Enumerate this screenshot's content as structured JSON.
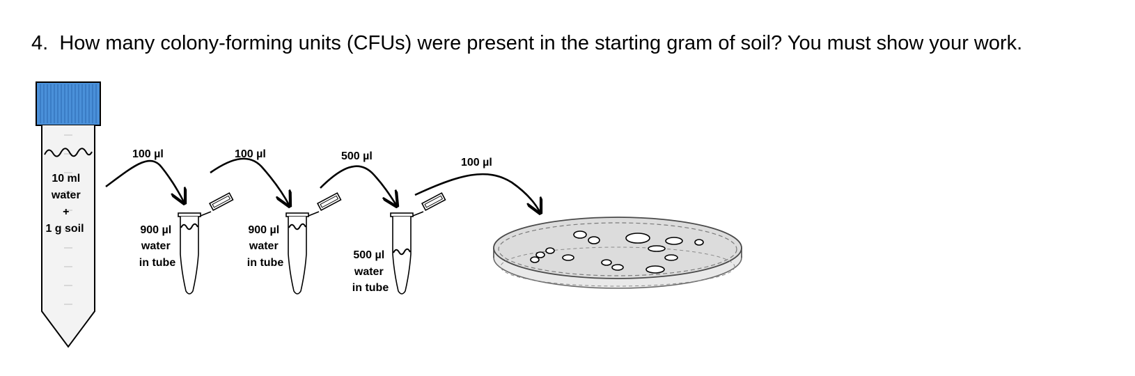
{
  "question": {
    "number": "4.",
    "text": "How many colony-forming units (CFUs) were present in the starting gram of soil?   You must show your work."
  },
  "diagram": {
    "stock_tube": {
      "label_lines": [
        "10 ml",
        "water",
        "+",
        "1 g soil"
      ],
      "cap_color": "#4a90d9"
    },
    "transfers": [
      "100 µl",
      "100 µl",
      "500 µl",
      "100 µl"
    ],
    "dilution_tubes": [
      {
        "label_lines": [
          "900 µl",
          "water",
          "in tube"
        ]
      },
      {
        "label_lines": [
          "900 µl",
          "water",
          "in tube"
        ]
      },
      {
        "label_lines": [
          "500 µl",
          "water",
          "in tube"
        ]
      }
    ]
  }
}
